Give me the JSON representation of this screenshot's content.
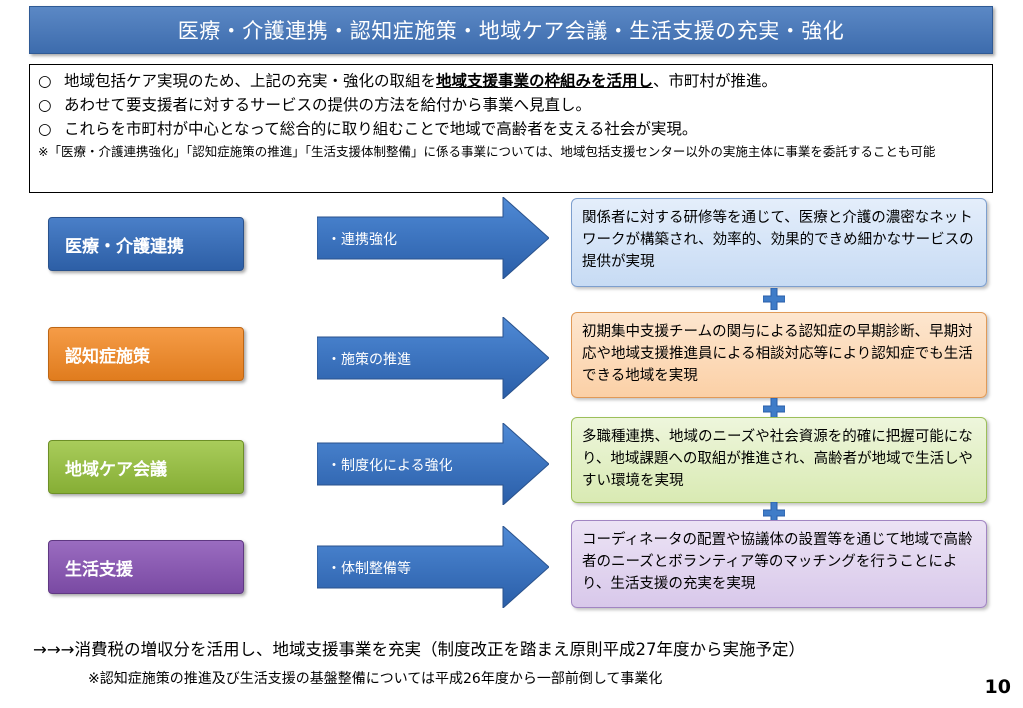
{
  "title": "医療・介護連携・認知症施策・地域ケア会議・生活支援の充実・強化",
  "summary": {
    "bullet": "○",
    "line1_pre": "地域包括ケア実現のため、上記の充実・強化の取組を",
    "line1_emph": "地域支援事業の枠組みを活用し",
    "line1_post": "、市町村が推進。",
    "line2": "あわせて要支援者に対するサービスの提供の方法を給付から事業へ見直し。",
    "line3": "これらを市町村が中心となって総合的に取り組むことで地域で高齢者を支える社会が実現。",
    "note": "※「医療・介護連携強化」「認知症施策の推進」「生活支援体制整備」に係る事業については、地域包括支援センター以外の実施主体に事業を委託することも可能"
  },
  "rows": [
    {
      "category": "医療・介護連携",
      "arrow_label": "・連携強化",
      "description": "関係者に対する研修等を通じて、医療と介護の濃密なネットワークが構築され、効率的、効果的できめ細かなサービスの提供が実現",
      "color": "#3a6fb8"
    },
    {
      "category": "認知症施策",
      "arrow_label": "・施策の推進",
      "description": "初期集中支援チームの関与による認知症の早期診断、早期対応や地域支援推進員による相談対応等により認知症でも生活できる地域を実現",
      "color": "#ec8a2f"
    },
    {
      "category": "地域ケア会議",
      "arrow_label": "・制度化による強化",
      "description": "多職種連携、地域のニーズや社会資源を的確に把握可能になり、地域課題への取組が推進され、高齢者が地域で生活しやすい環境を実現",
      "color": "#94bb44"
    },
    {
      "category": "生活支援",
      "arrow_label": "・体制整備等",
      "description": "コーディネータの配置や協議体の設置等を通じて地域で高齢者のニーズとボランティア等のマッチングを行うことにより、生活支援の充実を実現",
      "color": "#8a5ab2"
    }
  ],
  "footer": {
    "main": "→→→消費税の増収分を活用し、地域支援事業を充実（制度改正を踏まえ原則平成27年度から実施予定）",
    "note": "※認知症施策の推進及び生活支援の基盤整備については平成26年度から一部前倒して事業化"
  },
  "page_number": "10",
  "icons": {
    "arrow": "right-arrow-icon",
    "plus": "plus-icon"
  }
}
